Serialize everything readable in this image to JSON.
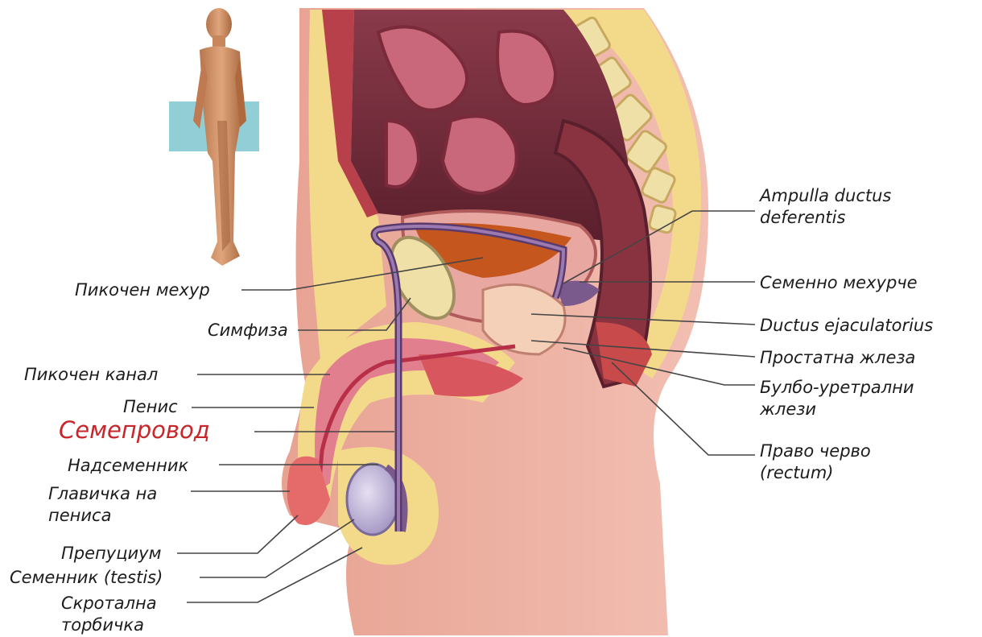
{
  "labels": {
    "ampulla": "Ampulla ductus deferentis",
    "bladder": "Пикочен мехур",
    "seminal_vesicle": "Семенно мехурче",
    "symphysis": "Симфиза",
    "ejaculatory": "Ductus ejaculatorius",
    "urethra": "Пикочен канал",
    "prostate": "Простатна жлеза",
    "penis": "Пенис",
    "bulbo": "Булбо-уретрални жлези",
    "vas": "Семепровод",
    "epididymis": "Надсеменник",
    "rectum": "Право черво (rectum)",
    "glans": "Главичка на пениса",
    "prepuce": "Препуциум",
    "testis": "Семенник (testis)",
    "scrotum": "Скротална торбичка"
  },
  "colors": {
    "highlight_label": "#c8262a",
    "skin": "#e9a79a",
    "fat": "#f3d98a",
    "muscle": "#b8404a",
    "vas_deferens": "#7a5a8c",
    "inset_box": "#7fc6cf"
  }
}
